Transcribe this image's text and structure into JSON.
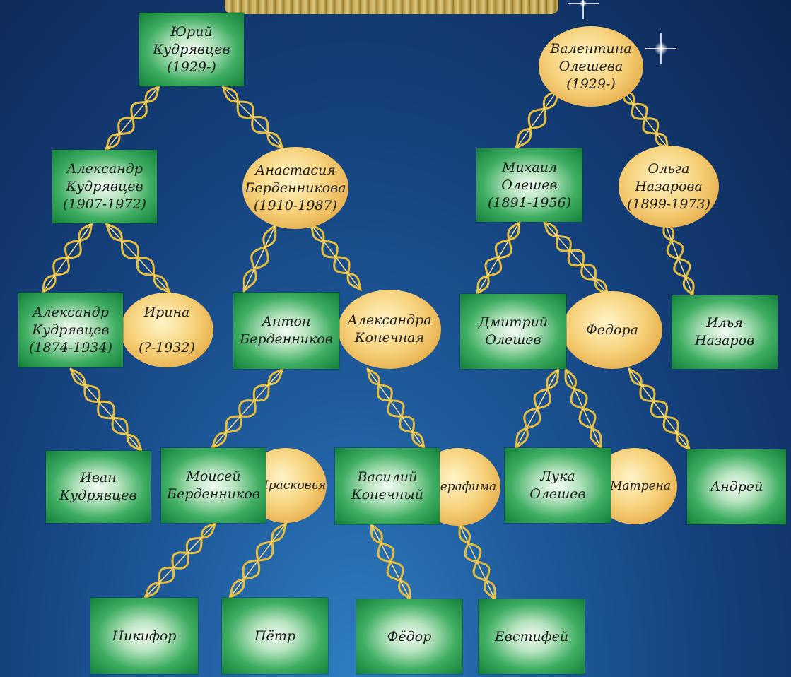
{
  "colors": {
    "male_box": "#2fa356",
    "female_oval": "#f2c567",
    "connector": "#e6bd3c",
    "background": "#1a4f8f"
  },
  "people": {
    "yuriy": "Юрий\nКудрявцев\n(1929-)",
    "valentina": "Валентина\nОлешева\n(1929-)",
    "aleksandr2": "Александр\nКудрявцев\n(1907-1972)",
    "anastasiya": "Анастасия\nБерденникова\n(1910-1987)",
    "mikhail": "Михаил\nОлешев\n(1891-1956)",
    "olga": "Ольга\nНазарова\n(1899-1973)",
    "aleksandr1": "Александр\nКудрявцев\n(1874-1934)",
    "irina": "Ирина\n\n(?-1932)",
    "anton": "Антон\nБерденников",
    "aleksandra": "Александра\nКонечная",
    "dmitriy": "Дмитрий\nОлешев",
    "fedora": "Федора",
    "ilya": "Илья\nНазаров",
    "ivan": "Иван\nКудрявцев",
    "moisey": "Моисей\nБерденников",
    "praskovya": "Прасковья",
    "vasiliy": "Василий\nКонечный",
    "serafima": "Серафима",
    "luka": "Лука\nОлешев",
    "matrena": "Матрена",
    "andrey": "Андрей",
    "nikifor": "Никифор",
    "pyotr": "Пётр",
    "fyodor": "Фёдор",
    "evstifey": "Евстифей"
  }
}
